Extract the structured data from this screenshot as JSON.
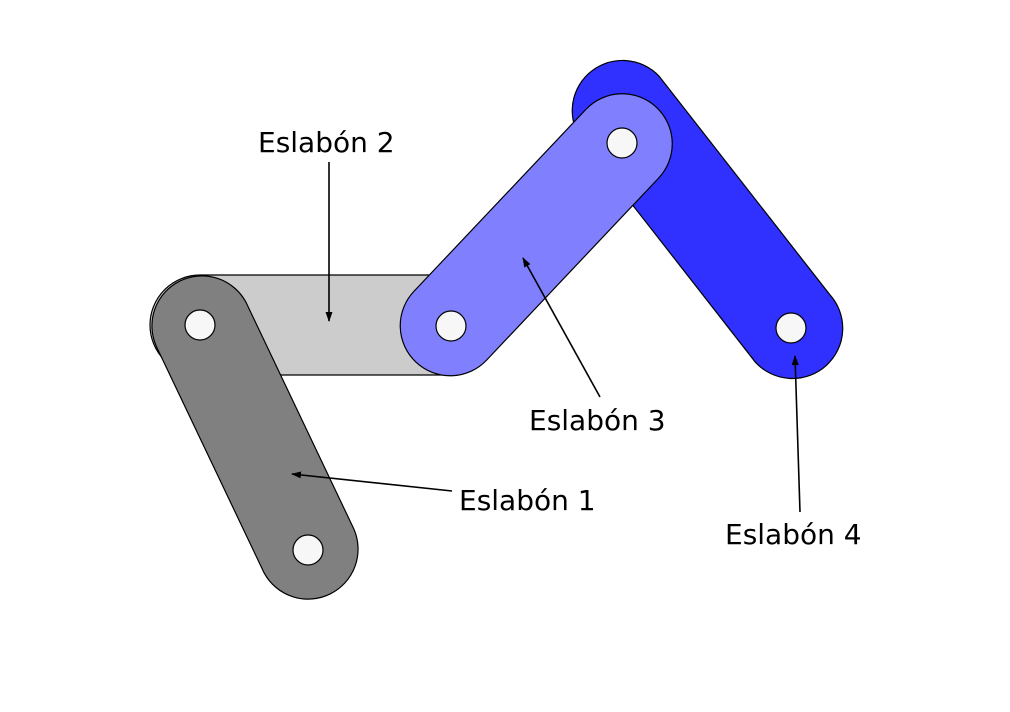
{
  "diagram": {
    "links": [
      {
        "id": "link-2",
        "label": "Eslabón 2",
        "color": "#cccccc"
      },
      {
        "id": "link-4",
        "label": "Eslabón 4",
        "color": "#3030ff"
      },
      {
        "id": "link-1",
        "label": "Eslabón 1",
        "color": "#808080"
      },
      {
        "id": "link-3",
        "label": "Eslabón 3",
        "color": "#8080ff"
      }
    ],
    "pin_color": "#f7f7f7",
    "outline_color": "#000000"
  }
}
